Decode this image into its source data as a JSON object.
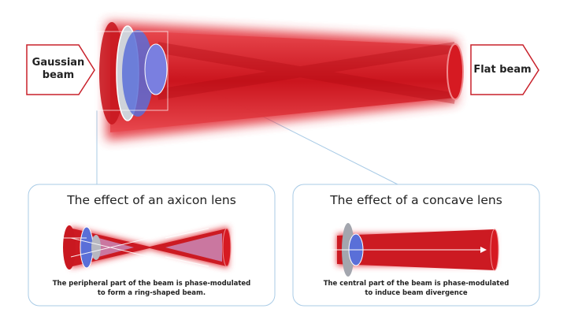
{
  "input_label": "Gaussian beam",
  "output_label": "Flat beam",
  "panels": [
    {
      "title": "The effect of an axicon lens",
      "description_line1": "The peripheral part of the beam is phase-modulated",
      "description_line2": "to form a ring-shaped beam."
    },
    {
      "title": "The effect of a concave lens",
      "description_line1": "The central part of the beam is phase-modulated",
      "description_line2": "to induce beam divergence"
    }
  ],
  "colors": {
    "beam": "#d8121b",
    "lens": "#5a6fd8",
    "outline": "#c8202a",
    "panel_border": "#a9cbe6"
  }
}
